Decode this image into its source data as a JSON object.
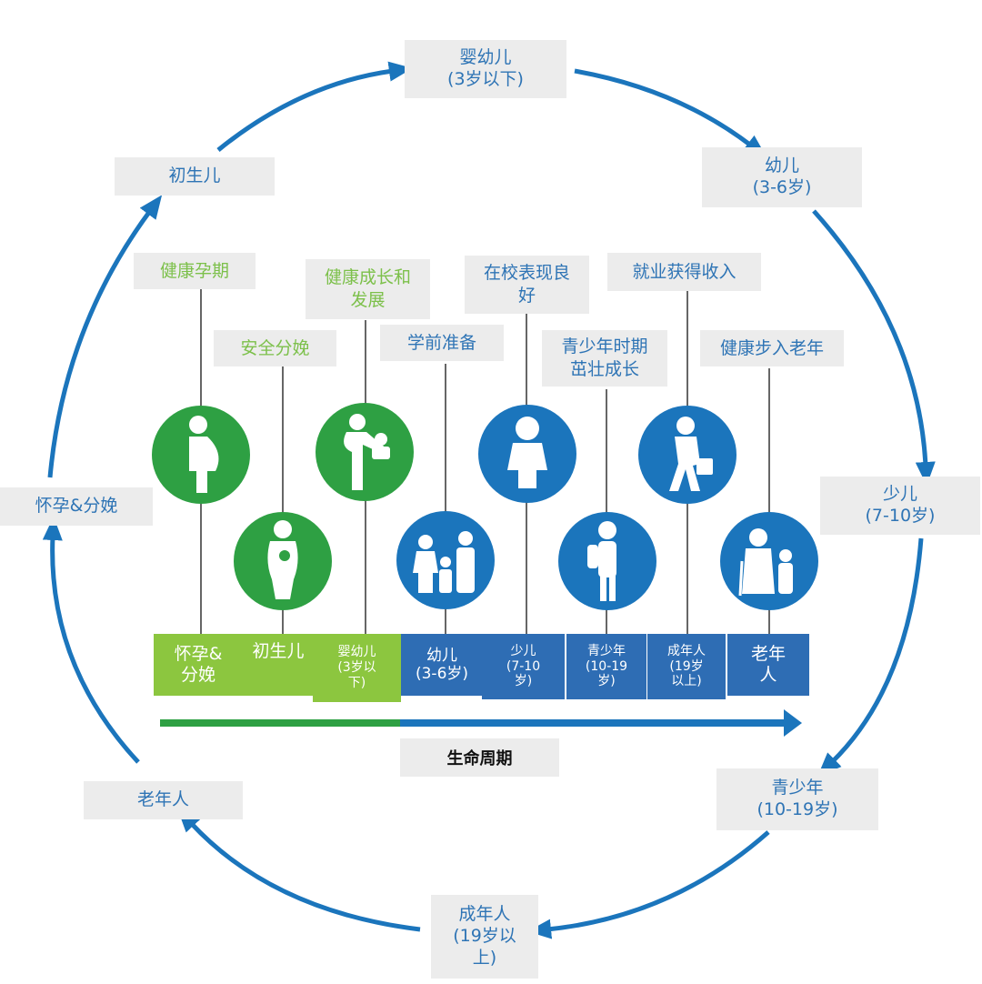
{
  "colors": {
    "blue": "#1b75bc",
    "green": "#2ea043",
    "light_green": "#8cc63f",
    "dark_blue": "#2e6db4",
    "text_blue": "#2e74b5",
    "label_green": "#7cc04a",
    "box_gray": "#ececec",
    "stem_gray": "#666666"
  },
  "outer_cycle": [
    {
      "label": "婴幼儿\n(3岁以下)"
    },
    {
      "label": "幼儿\n(3-6岁)"
    },
    {
      "label": "少儿\n(7-10岁)"
    },
    {
      "label": "青少年\n(10-19岁)"
    },
    {
      "label": "成年人\n(19岁以\n上)"
    },
    {
      "label": "老年人"
    },
    {
      "label": "怀孕&分娩"
    },
    {
      "label": "初生儿"
    }
  ],
  "goals": [
    {
      "label": "健康孕期",
      "color": "green"
    },
    {
      "label": "安全分娩",
      "color": "green"
    },
    {
      "label": "健康成长和\n发展",
      "color": "green"
    },
    {
      "label": "学前准备",
      "color": "blue"
    },
    {
      "label": "在校表现良\n好",
      "color": "blue"
    },
    {
      "label": "青少年时期\n茁壮成长",
      "color": "blue"
    },
    {
      "label": "就业获得收入",
      "color": "blue"
    },
    {
      "label": "健康步入老年",
      "color": "blue"
    }
  ],
  "icons": [
    {
      "name": "pregnant-woman-icon"
    },
    {
      "name": "mother-with-baby-icon"
    },
    {
      "name": "caregiver-with-toddler-icon"
    },
    {
      "name": "family-icon"
    },
    {
      "name": "child-icon"
    },
    {
      "name": "teen-with-backpack-icon"
    },
    {
      "name": "adult-with-briefcase-icon"
    },
    {
      "name": "elder-with-child-icon"
    }
  ],
  "timeline": [
    {
      "label": "怀孕&\n分娩"
    },
    {
      "label": "初生儿"
    },
    {
      "label": "婴幼儿\n(3岁以\n下)"
    },
    {
      "label": "幼儿\n(3-6岁)"
    },
    {
      "label": "少儿\n(7-10\n岁)"
    },
    {
      "label": "青少年\n(10-19\n岁)"
    },
    {
      "label": "成年人\n(19岁\n以上)"
    },
    {
      "label": "老年\n人"
    }
  ],
  "lifecycle_label": "生命周期"
}
